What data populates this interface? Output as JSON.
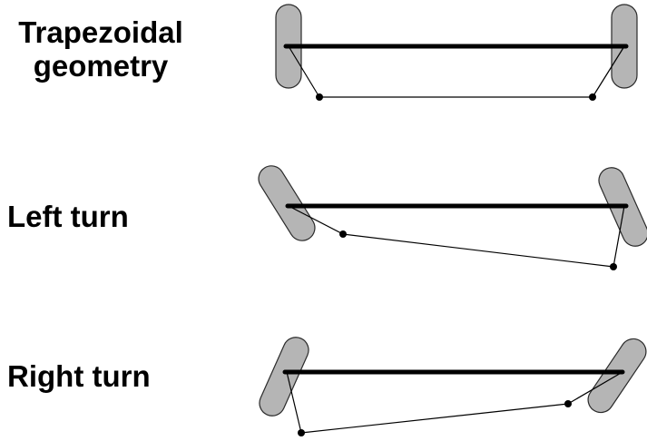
{
  "rows": [
    {
      "title_lines": [
        "Trapezoidal",
        "geometry"
      ]
    },
    {
      "title_lines": [
        "Left turn"
      ]
    },
    {
      "title_lines": [
        "Right turn"
      ]
    }
  ],
  "colors": {
    "wheel_fill": "#b5b5b5",
    "wheel_outline": "#2a2a2a",
    "axle": "#000000",
    "linkage": "#000000",
    "background": "#ffffff"
  },
  "icons": [
    "wheel",
    "axle",
    "steering-arm",
    "tie-rod",
    "pivot-joint"
  ]
}
